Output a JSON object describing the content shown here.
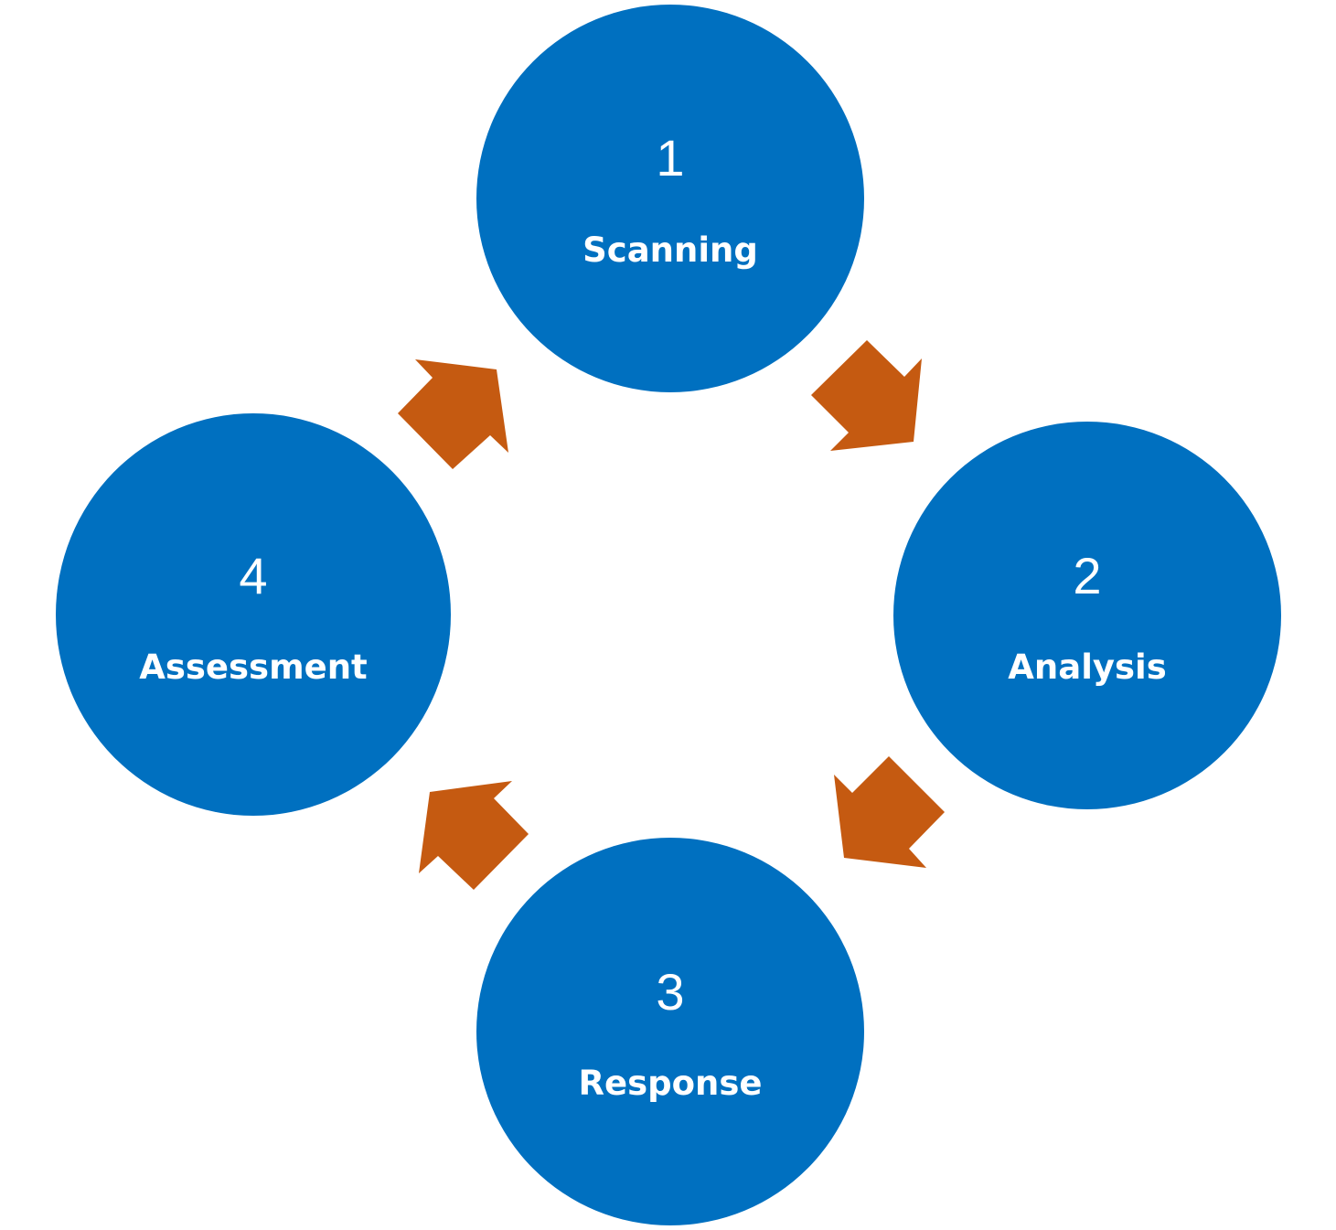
{
  "diagram": {
    "type": "cycle",
    "colors": {
      "circle_fill": "#0070C0",
      "arrow_fill": "#C55A11",
      "text": "#FFFFFF",
      "background": "#FFFFFF"
    },
    "steps": [
      {
        "number": "1",
        "label": "Scanning"
      },
      {
        "number": "2",
        "label": "Analysis"
      },
      {
        "number": "3",
        "label": "Response"
      },
      {
        "number": "4",
        "label": "Assessment"
      }
    ],
    "arrows": [
      {
        "from": "Scanning",
        "to": "Analysis",
        "direction": "down-right"
      },
      {
        "from": "Analysis",
        "to": "Response",
        "direction": "down-left"
      },
      {
        "from": "Response",
        "to": "Assessment",
        "direction": "up-left"
      },
      {
        "from": "Assessment",
        "to": "Scanning",
        "direction": "up-right"
      }
    ]
  }
}
